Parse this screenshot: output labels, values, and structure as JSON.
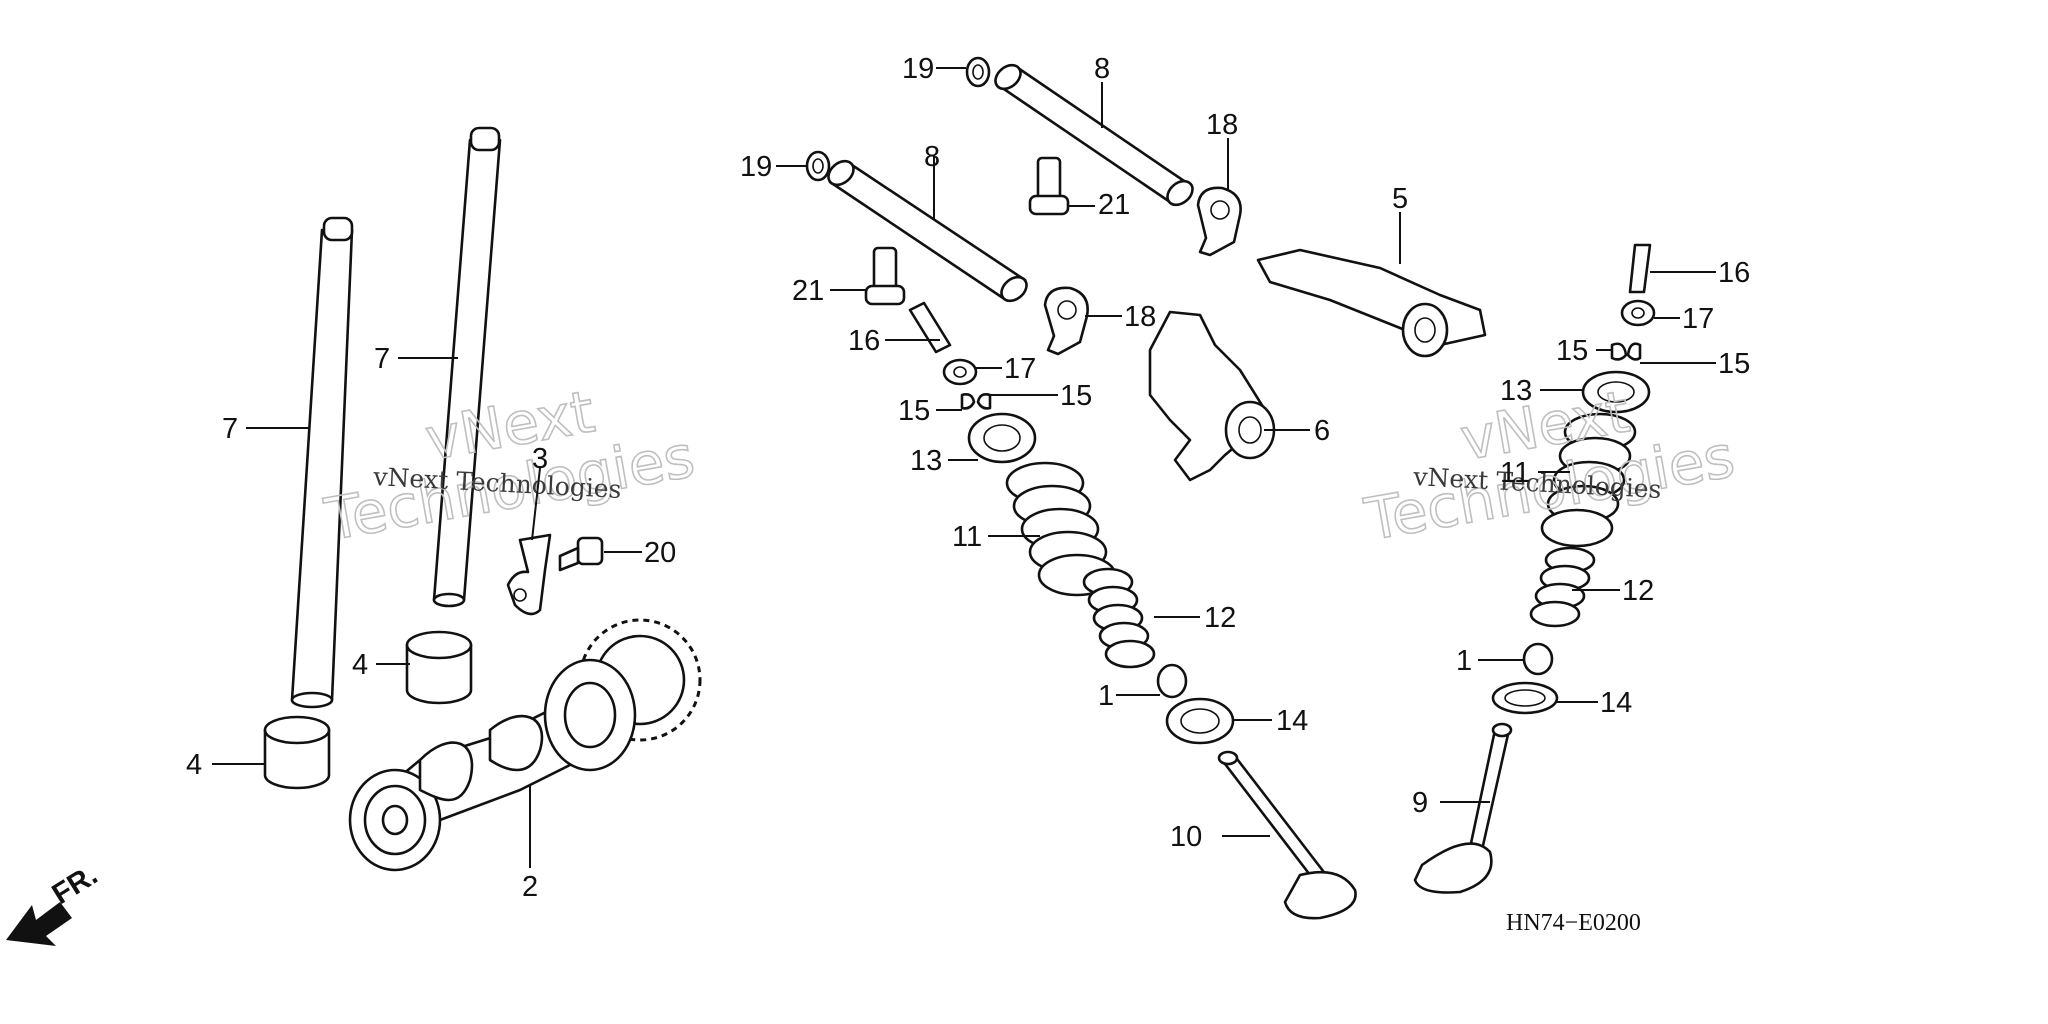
{
  "diagram": {
    "drawing_code": "HN74−E0200",
    "front_marker": "FR.",
    "watermarks": [
      {
        "small": "vNext Technologies",
        "large": "vNext\nTechnologies"
      },
      {
        "small": "vNext Technologies",
        "large": "vNext\nTechnologies"
      }
    ],
    "callouts": [
      "1",
      "1",
      "2",
      "3",
      "4",
      "4",
      "5",
      "6",
      "7",
      "7",
      "8",
      "8",
      "9",
      "10",
      "11",
      "11",
      "12",
      "12",
      "13",
      "13",
      "14",
      "14",
      "15",
      "15",
      "15",
      "15",
      "16",
      "16",
      "17",
      "17",
      "18",
      "18",
      "19",
      "19",
      "20",
      "21",
      "21"
    ]
  }
}
